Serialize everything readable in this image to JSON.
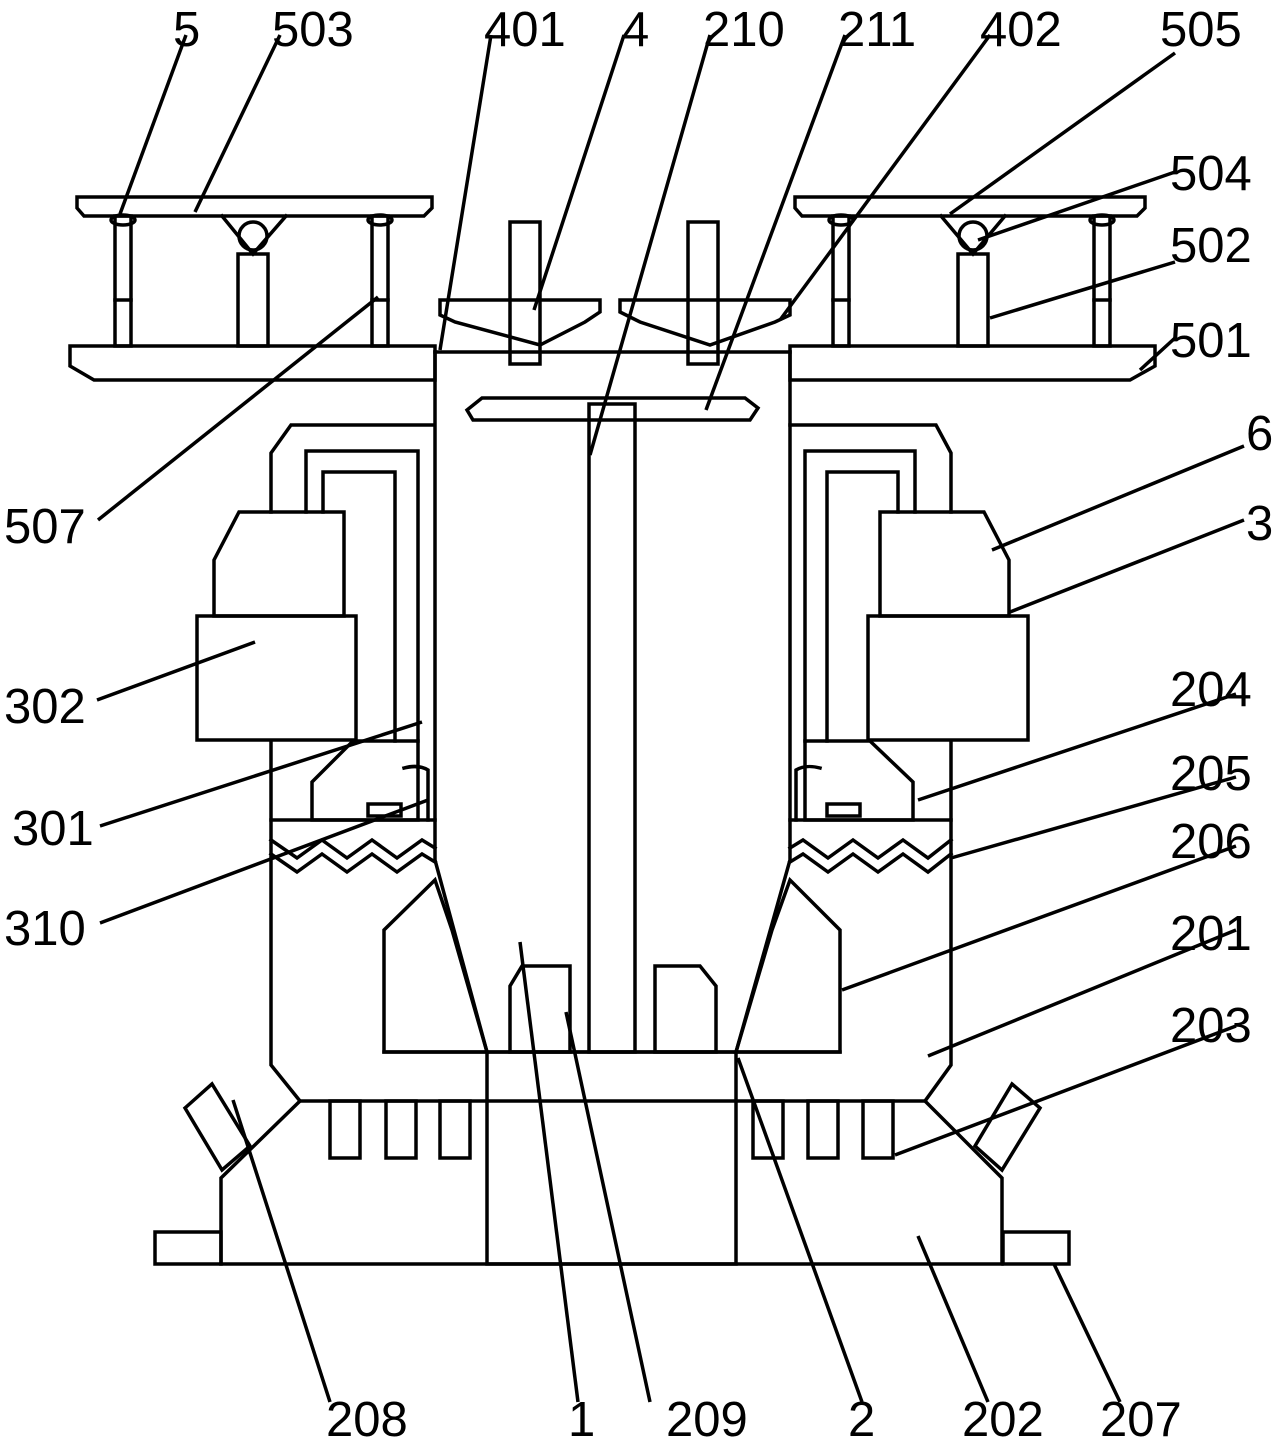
{
  "labels": {
    "l5": "5",
    "l503": "503",
    "l401": "401",
    "l4": "4",
    "l210": "210",
    "l211": "211",
    "l402": "402",
    "l505": "505",
    "l504": "504",
    "l502": "502",
    "l501": "501",
    "l507": "507",
    "l6": "6",
    "l3": "3",
    "l302": "302",
    "l204": "204",
    "l205": "205",
    "l301": "301",
    "l206": "206",
    "l310": "310",
    "l201": "201",
    "l203": "203",
    "l208": "208",
    "l1": "1",
    "l209": "209",
    "l2": "2",
    "l202": "202",
    "l207": "207"
  }
}
